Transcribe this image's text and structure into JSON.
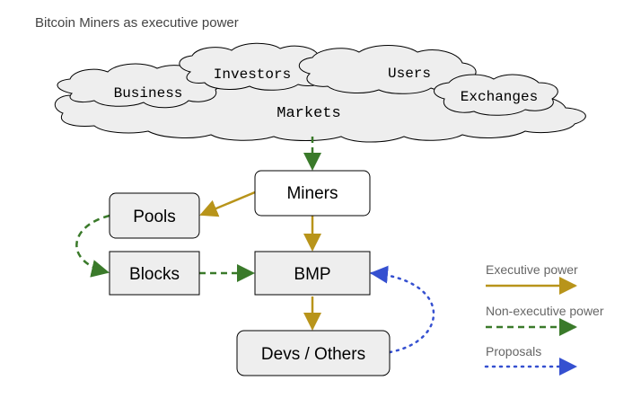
{
  "title": "Bitcoin Miners as executive power",
  "cloud": {
    "labels": {
      "business": "Business",
      "investors": "Investors",
      "users": "Users",
      "exchanges": "Exchanges",
      "markets": "Markets"
    }
  },
  "nodes": {
    "miners": "Miners",
    "pools": "Pools",
    "blocks": "Blocks",
    "bmp": "BMP",
    "devs": "Devs / Others"
  },
  "legend": {
    "executive": "Executive power",
    "non_executive": "Non-executive power",
    "proposals": "Proposals"
  },
  "colors": {
    "executive": "#b8941a",
    "non_executive": "#3a7a2a",
    "proposals": "#3550d0",
    "node_fill_plain": "#ffffff",
    "node_fill_gray": "#eeeeee",
    "cloud_fill": "#eeeeee",
    "stroke": "#000000",
    "legend_text": "#666666"
  }
}
